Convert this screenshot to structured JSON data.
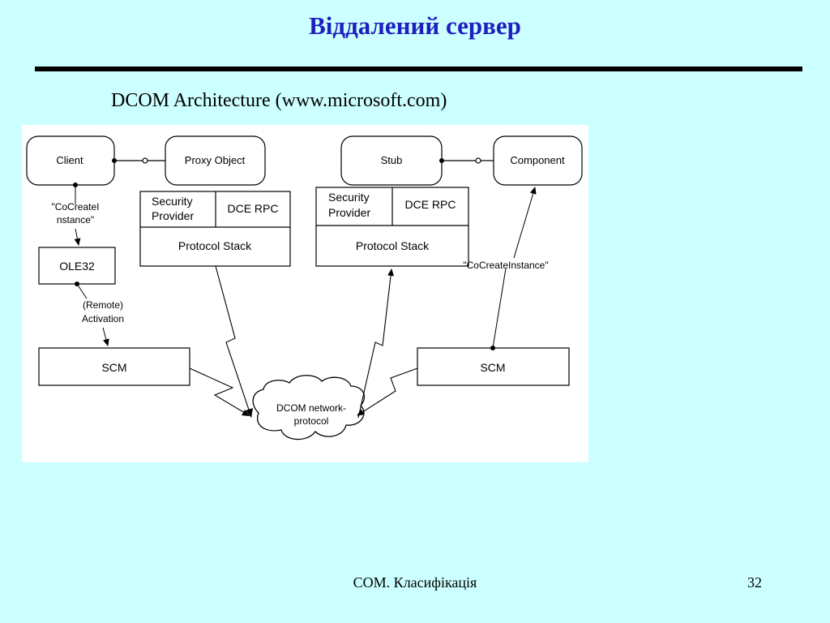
{
  "slide": {
    "title": "Віддалений сервер",
    "subtitle": "DCOM Architecture (www.microsoft.com)",
    "footer": "СОМ. Класифікація",
    "page_number": "32"
  },
  "diagram": {
    "client": "Client",
    "proxy_object": "Proxy Object",
    "stub": "Stub",
    "component": "Component",
    "client_security_provider": [
      "Security",
      "Provider"
    ],
    "client_dce_rpc": "DCE RPC",
    "client_protocol_stack": "Protocol Stack",
    "server_security_provider": [
      "Security",
      "Provider"
    ],
    "server_dce_rpc": "DCE RPC",
    "server_protocol_stack": "Protocol Stack",
    "cocreate_client_label": [
      "\"CoCreateI",
      "nstance\""
    ],
    "ole32": "OLE32",
    "remote_activation_label": [
      "(Remote)",
      "Activation"
    ],
    "client_scm": "SCM",
    "server_scm": "SCM",
    "cocreate_server_label": "\"CoCreateInstance\"",
    "network_protocol": [
      "DCOM network-",
      "protocol"
    ]
  }
}
